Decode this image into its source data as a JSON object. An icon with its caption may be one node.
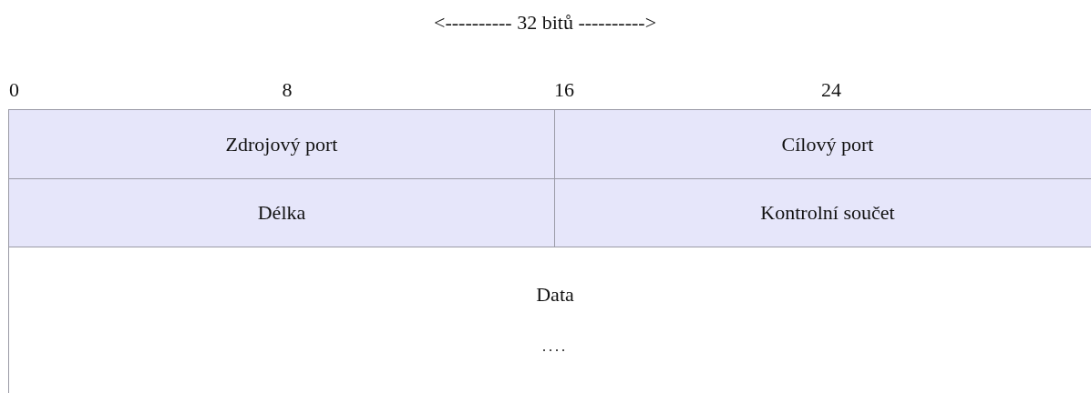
{
  "diagram": {
    "labels": [
      "<---------- 32 bitů ---------->",
      "0",
      "8",
      "16",
      "24",
      "Zdrojový port",
      "Cílový port",
      "Délka",
      "Kontrolní součet",
      "Data",
      "...."
    ]
  }
}
